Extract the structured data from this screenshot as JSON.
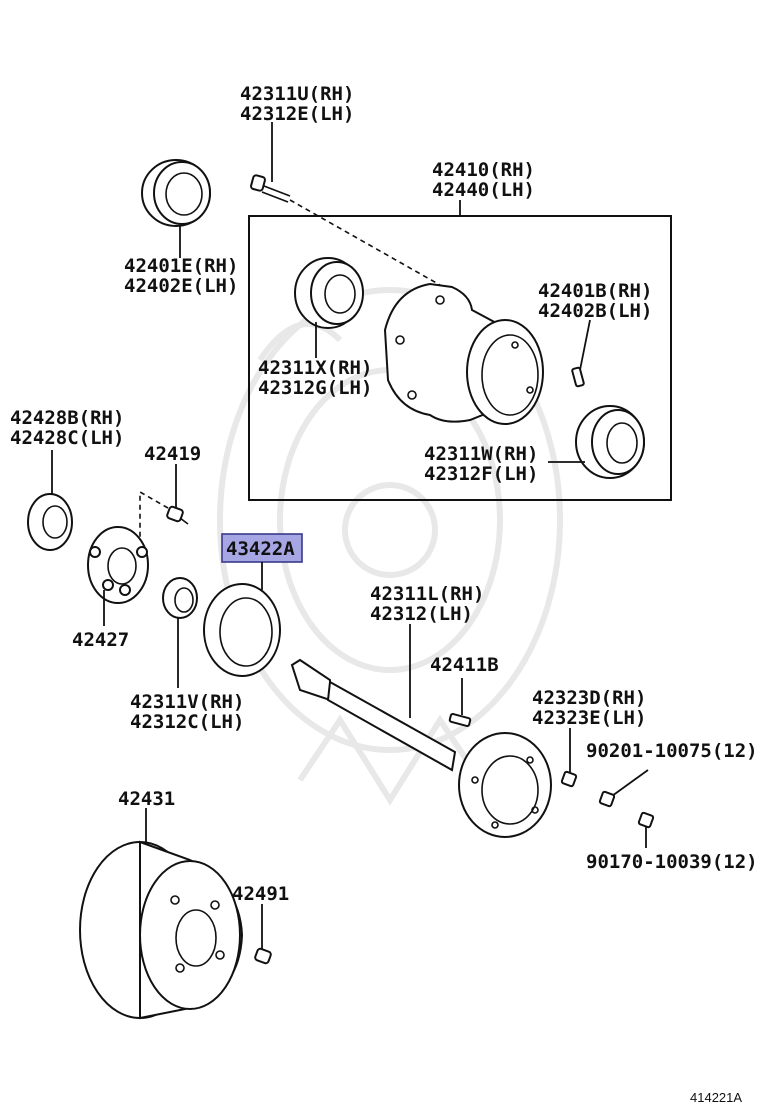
{
  "diagram": {
    "labels": {
      "bolt_hub": [
        "42311U(RH)",
        "42312E(LH)"
      ],
      "oil_seal": [
        "42401E(RH)",
        "42402E(LH)"
      ],
      "hub_assy": [
        "42410(RH)",
        "42440(LH)"
      ],
      "hub_bolt": [
        "42401B(RH)",
        "42402B(LH)"
      ],
      "inner_bearing": [
        "42311X(RH)",
        "42312G(LH)"
      ],
      "outer_bearing": [
        "42311W(RH)",
        "42312F(LH)"
      ],
      "retainer": [
        "42428B(RH)",
        "42428C(LH)"
      ],
      "bolt_retainer": [
        "42419"
      ],
      "highlight_part": [
        "43422A"
      ],
      "retainer_plate": [
        "42427"
      ],
      "axle_bearing": [
        "42311V(RH)",
        "42312C(LH)"
      ],
      "axle_shaft": [
        "42311L(RH)",
        "42312(LH)"
      ],
      "stud": [
        "42411B"
      ],
      "cone_washer": [
        "42323D(RH)",
        "42323E(LH)"
      ],
      "nut_1": [
        "90201-10075(12)"
      ],
      "nut_2": [
        "90170-10039(12)"
      ],
      "brake_drum": [
        "42431"
      ],
      "screw": [
        "42491"
      ]
    },
    "figure_id": "414221A",
    "colors": {
      "highlight": "#a7a6e4",
      "ink": "#111111",
      "watermark": "#e8e8e8"
    }
  }
}
